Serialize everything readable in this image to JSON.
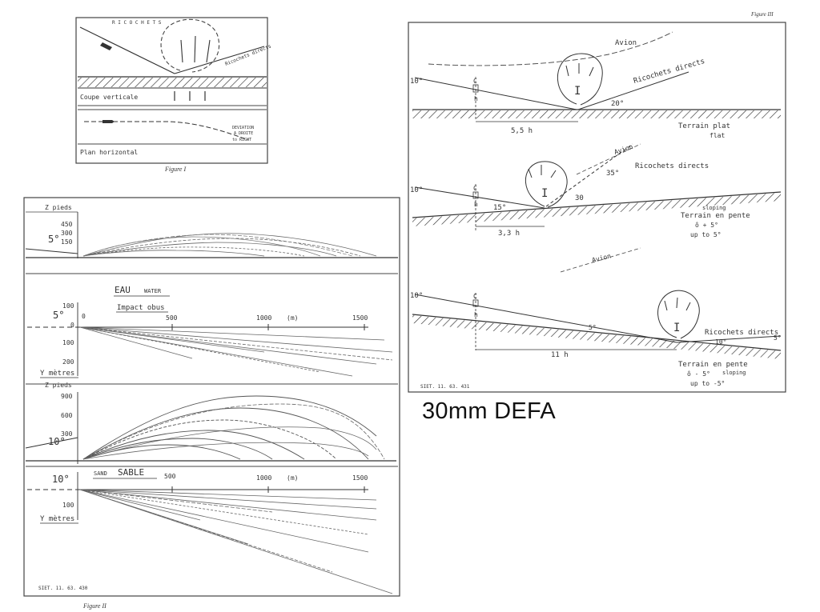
{
  "fig1": {
    "caption": "Figure I",
    "top_label": "R I C O C H E T S",
    "ricochets_direct": "Ricochets directs",
    "coupe_verticale": "Coupe verticale",
    "plan_horizontal": "Plan horizontal",
    "deviation": "DEVIATION",
    "a_droite": "A DROITE",
    "to_right": "to RIGHT"
  },
  "fig2": {
    "caption": "Figure II",
    "stamp": "SIET. 11. 63. 430",
    "water": {
      "z_label": "Z pieds",
      "z_ticks": [
        "450",
        "300",
        "150"
      ],
      "angle": "5°",
      "title_fr": "EAU",
      "title_en": "WATER",
      "impact": "Impact obus",
      "y_angle": "5°",
      "y_ticks": [
        "100",
        "0",
        "100",
        "200"
      ],
      "y_label": "Y mètres",
      "x_ticks": [
        "0",
        "500",
        "1000",
        "(m)",
        "1500"
      ]
    },
    "sand": {
      "z_label": "Z pieds",
      "z_ticks": [
        "900",
        "600",
        "300"
      ],
      "angle": "10°",
      "title_en": "SAND",
      "title_fr": "SABLE",
      "y_angle": "10°",
      "y_ticks": [
        "100"
      ],
      "y_label": "Y mètres",
      "x_ticks": [
        "500",
        "1000",
        "(m)",
        "1500"
      ]
    }
  },
  "fig3": {
    "caption": "Figure III",
    "stamp": "SIET. 11. 63. 431",
    "panel1": {
      "avion": "Avion",
      "ricochets": "Ricochets directs",
      "angle_in": "10°",
      "angle_out": "20°",
      "distance": "5,5 h",
      "terrain": "Terrain plat",
      "terrain_en": "flat",
      "marker": "I",
      "c": "C",
      "h": "h"
    },
    "panel2": {
      "avion": "Avion",
      "ricochets": "Ricochets directs",
      "angle_in": "10°",
      "angle_ground": "15°",
      "angle_30": "30",
      "angle_35": "35°",
      "distance": "3,3 h",
      "terrain": "Terrain en pente",
      "sloping": "sloping",
      "slope": "ô + 5°",
      "slope_en": "up to 5°",
      "marker": "I",
      "c": "C",
      "h": "h"
    },
    "panel3": {
      "avion": "Avion",
      "ricochets": "Ricochets directs",
      "angle_in": "10°",
      "angle_5": "5°",
      "angle_10": "10°",
      "angle_out": "5°",
      "distance": "11 h",
      "terrain": "Terrain en pente",
      "sloping": "sloping",
      "slope": "ô - 5°",
      "slope_en": "up to -5°",
      "marker": "I",
      "c": "C",
      "h": "h"
    }
  },
  "overlay_title": "30mm DEFA"
}
